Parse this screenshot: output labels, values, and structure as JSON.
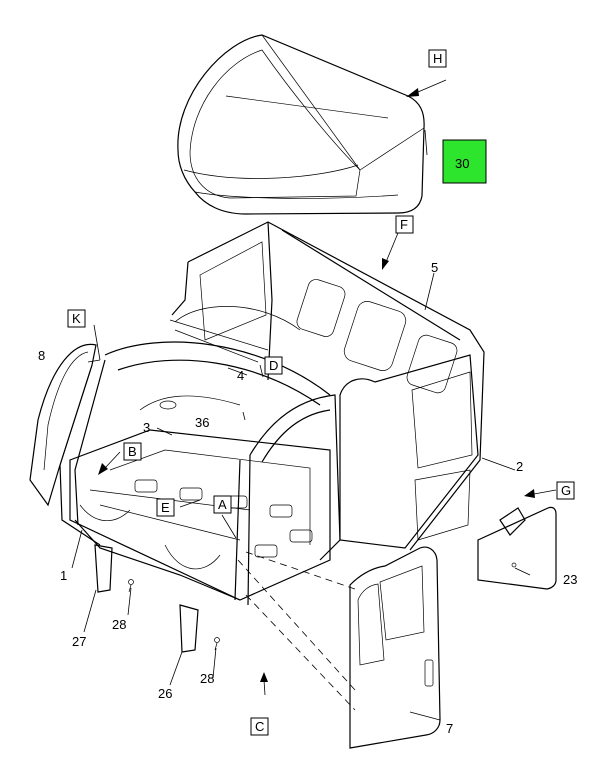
{
  "callouts": {
    "c1": "1",
    "c2": "2",
    "c3": "3",
    "c4": "4",
    "c5": "5",
    "c7": "7",
    "c8": "8",
    "c23": "23",
    "c26": "26",
    "c27": "27",
    "c28a": "28",
    "c28b": "28",
    "c30": "30",
    "c36": "36"
  },
  "views": {
    "A": "A",
    "B": "B",
    "C": "C",
    "D": "D",
    "E": "E",
    "F": "F",
    "G": "G",
    "H": "H",
    "K": "K"
  },
  "highlight_color": "#2ee52e"
}
